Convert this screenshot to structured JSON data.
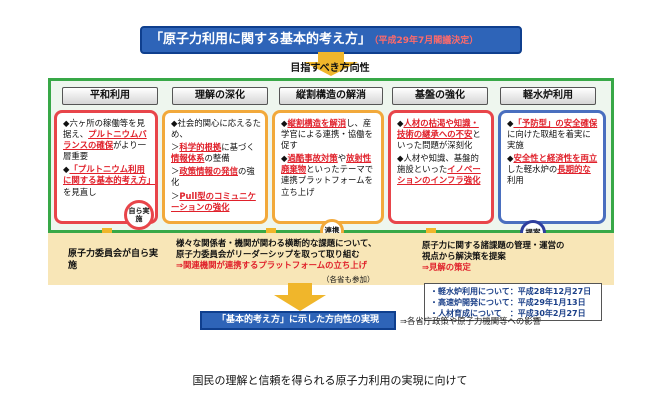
{
  "title": {
    "main": "「原子力利用に関する基本的考え方」",
    "sub": "（平成29年7月閣議決定）"
  },
  "goal_label": "目指すべき方向性",
  "columns": [
    {
      "heading": "平和利用",
      "items": [
        {
          "bullet": "◆",
          "parts": [
            {
              "text": "六ヶ所の稼働等を見据え、",
              "style": ""
            },
            {
              "text": "プルトニウムバランスの確保",
              "style": "r u"
            },
            {
              "text": "がより一層重要",
              "style": ""
            }
          ]
        },
        {
          "bullet": "◆",
          "parts": [
            {
              "text": "「プルトニウム利用に関する基本的考え方」",
              "style": "r u"
            },
            {
              "text": "を見直し",
              "style": ""
            }
          ]
        }
      ]
    },
    {
      "heading": "理解の深化",
      "items": [
        {
          "bullet": "◆",
          "parts": [
            {
              "text": "社会的関心に応えるため、",
              "style": ""
            }
          ]
        },
        {
          "bullet": "＞",
          "parts": [
            {
              "text": "科学的根拠",
              "style": "r u"
            },
            {
              "text": "に基づく",
              "style": ""
            },
            {
              "text": "情報体系",
              "style": "r u"
            },
            {
              "text": "の整備",
              "style": ""
            }
          ]
        },
        {
          "bullet": "＞",
          "parts": [
            {
              "text": "政策情報の発信",
              "style": "r u"
            },
            {
              "text": "の強化",
              "style": ""
            }
          ]
        },
        {
          "bullet": "＞",
          "parts": [
            {
              "text": "Pull型のコミュニケーションの強化",
              "style": "r u"
            }
          ]
        }
      ]
    },
    {
      "heading": "縦割構造の解消",
      "items": [
        {
          "bullet": "◆",
          "parts": [
            {
              "text": "縦割構造を解消",
              "style": "r u"
            },
            {
              "text": "し、産学官による連携・協働を促す",
              "style": ""
            }
          ]
        },
        {
          "bullet": "◆",
          "parts": [
            {
              "text": "過酷事故対策",
              "style": "r u"
            },
            {
              "text": "や",
              "style": ""
            },
            {
              "text": "放射性廃棄物",
              "style": "r u"
            },
            {
              "text": "といったテーマで連携プラットフォームを立ち上げ",
              "style": ""
            }
          ]
        }
      ]
    },
    {
      "heading": "基盤の強化",
      "items": [
        {
          "bullet": "◆",
          "parts": [
            {
              "text": "人材の枯渇や知識・技術の継承への不安",
              "style": "r u"
            },
            {
              "text": "といった問題が深刻化",
              "style": ""
            }
          ]
        },
        {
          "bullet": "◆",
          "parts": [
            {
              "text": "人材や知識、基盤的施設といった",
              "style": ""
            },
            {
              "text": "イノベーションのインフラ強化",
              "style": "r u"
            }
          ]
        }
      ]
    },
    {
      "heading": "軽水炉利用",
      "items": [
        {
          "bullet": "◆",
          "parts": [
            {
              "text": "「予防型」の安全確保",
              "style": "r u"
            },
            {
              "text": "に向けた取組を着実に実施",
              "style": ""
            }
          ]
        },
        {
          "bullet": "◆",
          "parts": [
            {
              "text": "安全性と経済性を両立",
              "style": "r u"
            },
            {
              "text": "した軽水炉の",
              "style": ""
            },
            {
              "text": "長期的な",
              "style": "r u"
            },
            {
              "text": "利用",
              "style": ""
            }
          ]
        }
      ]
    }
  ],
  "badges": {
    "self": "自ら実施",
    "collab": "連携",
    "proposal": "提案"
  },
  "lower": {
    "left": "原子力委員会が自ら実施",
    "middle_line1": "様々な関係者・機関が関わる横断的な課題について、",
    "middle_line2": "原子力委員会がリーダーシップを取って取り組む",
    "middle_line3": "⇒関連機関が連携するプラットフォームの立ち上げ",
    "middle_note": "（各省も参加）",
    "right_line1": "原子力に関する諸課題の管理・運営の",
    "right_line2": "視点から解決策を提案",
    "right_line3": "⇒見解の策定"
  },
  "dates": [
    "・軽水炉利用について：平成28年12月27日",
    "・高速炉開発について：平成29年1月13日",
    "・人材育成について　：平成30年2月27日"
  ],
  "bottom_banner": "「基本的考え方」に示した方向性の実現",
  "influence": "⇒各省庁政策や原子力機関等への影響",
  "caption": "国民の理解と信頼を得られる原子力利用の実現に向けて",
  "colors": {
    "banner_blue": "#2e64b8",
    "frame_green": "#38a847",
    "accent_red": "#e0212b",
    "arrow_gold": "#f0b62b",
    "band_beige": "#f8e6b7"
  }
}
